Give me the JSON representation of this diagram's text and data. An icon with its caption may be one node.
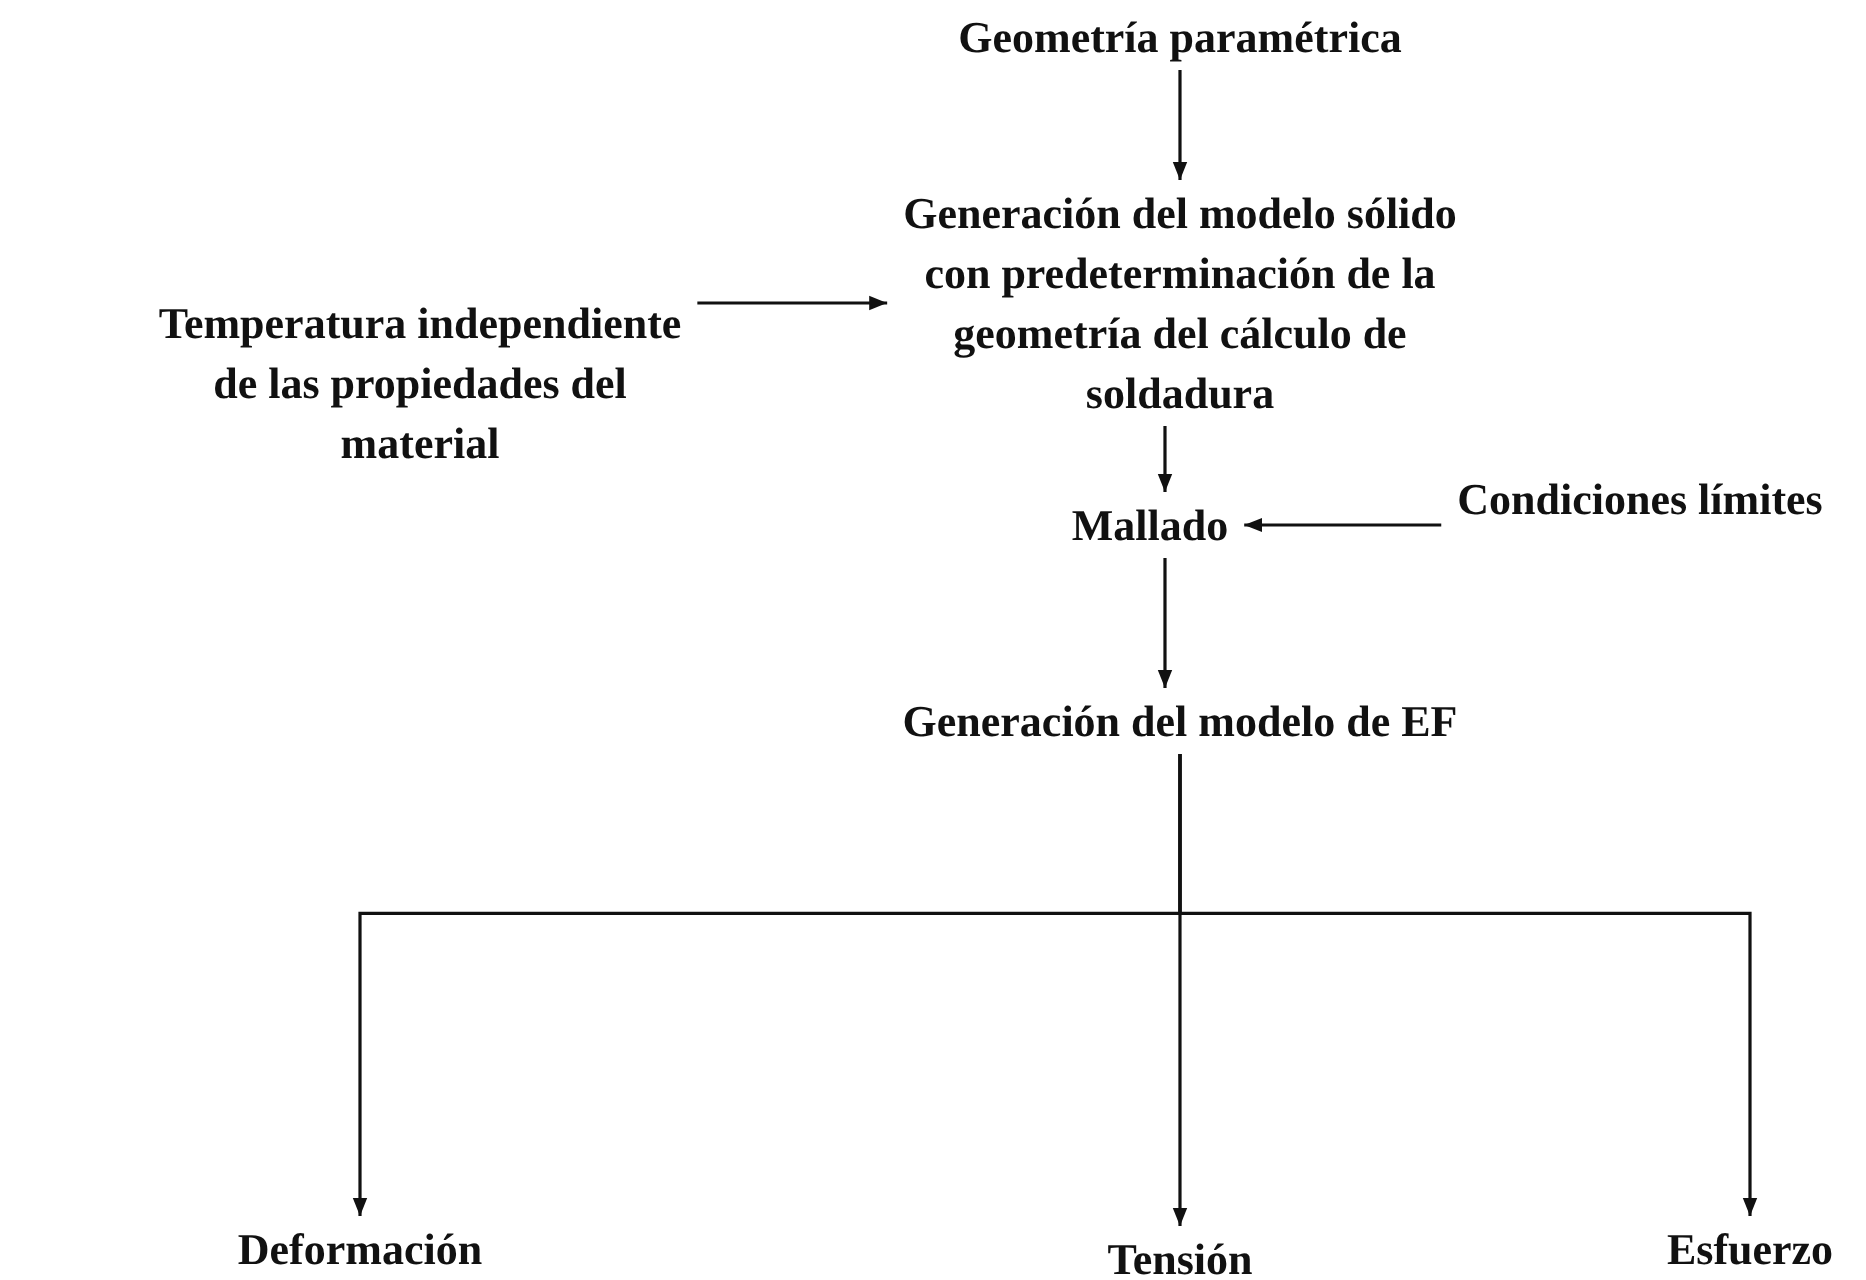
{
  "diagram": {
    "nodes": [
      {
        "text": [
          "Geometría paramétrica"
        ]
      },
      {
        "text": [
          "Generación del modelo sólido con predeterminación de la geometría del cálculo de soldadura"
        ]
      },
      {
        "text": [
          "Temperatura independiente de las propiedades del material"
        ]
      },
      {
        "text": [
          "Mallado"
        ]
      },
      {
        "text": [
          "Condiciones límites"
        ]
      },
      {
        "text": [
          "Generación del modelo de EF"
        ]
      },
      {
        "text": [
          "Deformación"
        ]
      },
      {
        "text": [
          "Tensión"
        ]
      },
      {
        "text": [
          "Esfuerzo"
        ]
      }
    ],
    "edges": [
      {
        "from": 0,
        "to": 1,
        "arrow": "to"
      },
      {
        "from": 2,
        "to": 1,
        "arrow": "to"
      },
      {
        "from": 1,
        "to": 3,
        "arrow": "to"
      },
      {
        "from": 4,
        "to": 3,
        "arrow": "to"
      },
      {
        "from": 3,
        "to": 5,
        "arrow": "to"
      },
      {
        "from": 5,
        "to": 6,
        "arrow": "to"
      },
      {
        "from": 5,
        "to": 7,
        "arrow": "to"
      },
      {
        "from": 5,
        "to": 8,
        "arrow": "to"
      }
    ]
  }
}
